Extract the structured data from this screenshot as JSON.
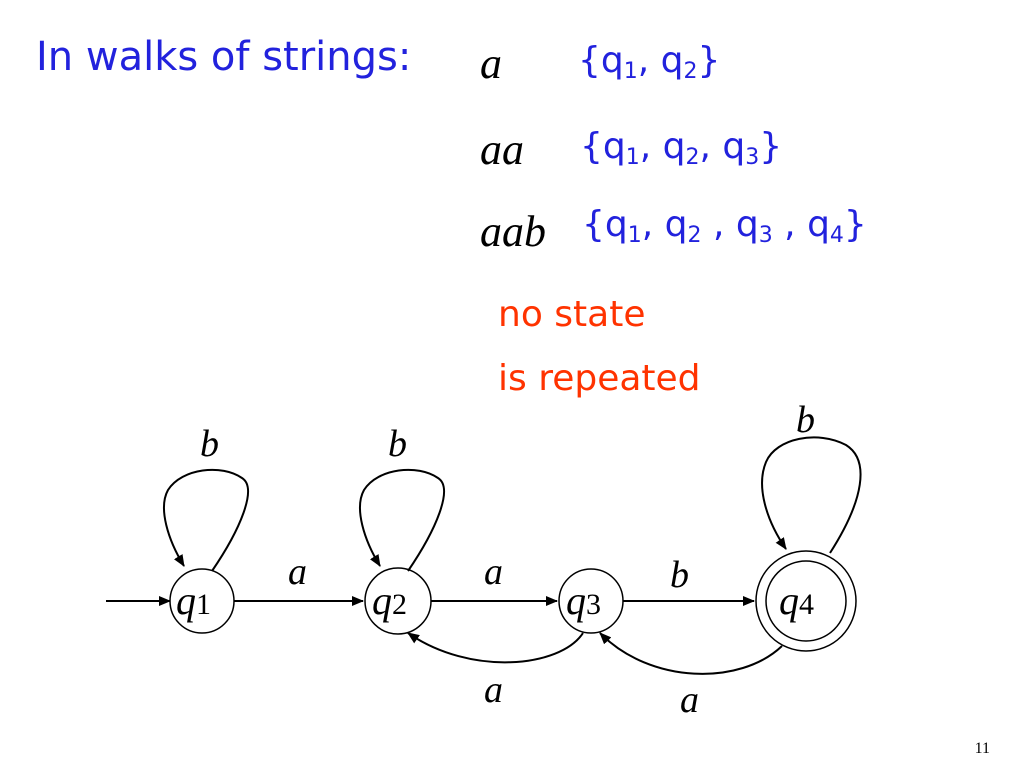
{
  "slide": {
    "title": "In walks of strings:",
    "page_number": "11",
    "rows": [
      {
        "word": "a",
        "states": [
          "q1",
          "q2"
        ]
      },
      {
        "word": "aa",
        "states": [
          "q1",
          "q2",
          "q3"
        ]
      },
      {
        "word": "aab",
        "states": [
          "q1",
          "q2",
          "q3",
          "q4"
        ]
      }
    ],
    "note": {
      "line1": "no state",
      "line2": "is repeated"
    }
  },
  "automaton": {
    "states": [
      {
        "base": "q",
        "index": "1",
        "accepting": false,
        "initial": true
      },
      {
        "base": "q",
        "index": "2",
        "accepting": false,
        "initial": false
      },
      {
        "base": "q",
        "index": "3",
        "accepting": false,
        "initial": false
      },
      {
        "base": "q",
        "index": "4",
        "accepting": true,
        "initial": false
      }
    ],
    "transitions": [
      {
        "from": "q1",
        "to": "q1",
        "symbol": "b"
      },
      {
        "from": "q2",
        "to": "q2",
        "symbol": "b"
      },
      {
        "from": "q4",
        "to": "q4",
        "symbol": "b"
      },
      {
        "from": "q1",
        "to": "q2",
        "symbol": "a"
      },
      {
        "from": "q2",
        "to": "q3",
        "symbol": "a"
      },
      {
        "from": "q3",
        "to": "q4",
        "symbol": "b"
      },
      {
        "from": "q3",
        "to": "q2",
        "symbol": "a"
      },
      {
        "from": "q4",
        "to": "q3",
        "symbol": "a"
      }
    ]
  },
  "colors": {
    "text_blue": "#2222dd",
    "text_red": "#ff3300",
    "diagram": "#000000"
  }
}
